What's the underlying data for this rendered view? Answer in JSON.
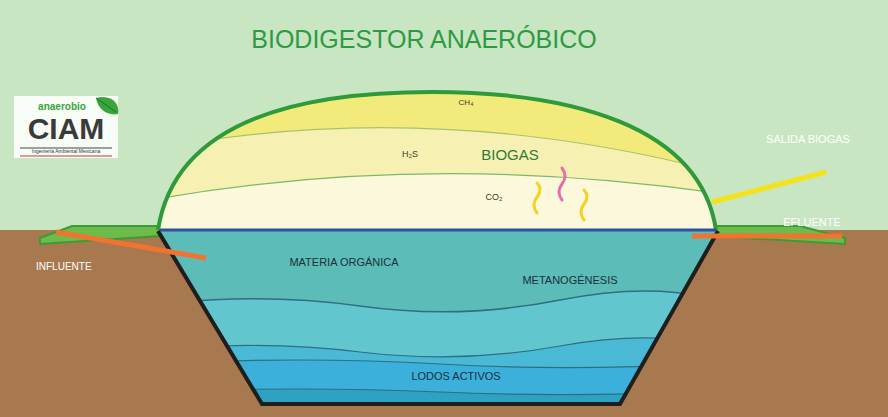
{
  "diagram": {
    "title": "BIODIGESTOR ANAERÓBICO",
    "labels": [
      "anaerobio",
      "CIAM",
      "Ingeniería Ambiental Mexicana",
      "CH₄",
      "H₂S",
      "BIOGAS",
      "CO₂",
      "SALIDA BIOGAS",
      "EFLUENTE",
      "INFLUENTE",
      "MATERIA ORGÁNICA",
      "METANOGÉNESIS",
      "LODOS ACTIVOS"
    ]
  }
}
